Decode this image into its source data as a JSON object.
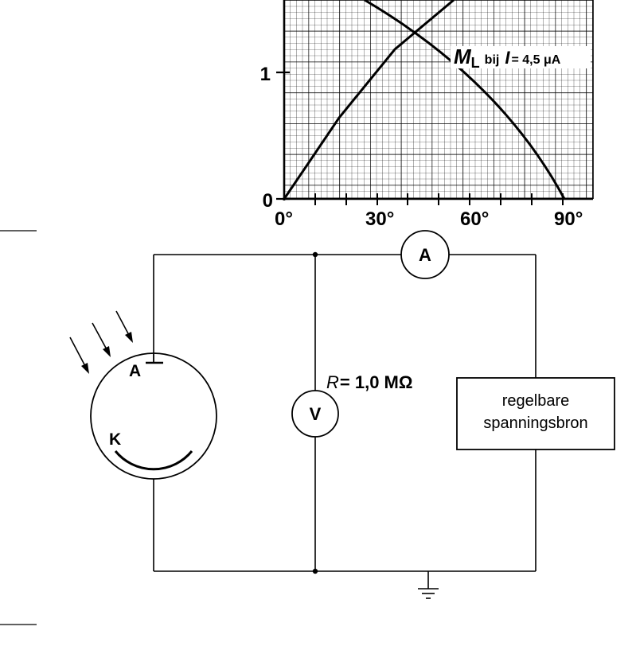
{
  "graph": {
    "y_ticks": [
      "0",
      "1"
    ],
    "x_ticks": [
      "0°",
      "30°",
      "60°",
      "90°"
    ],
    "curve_label": {
      "symbol": "M",
      "subscript": "L",
      "middle": "bij",
      "current_symbol": "I",
      "current_value": "= 4,5 μA"
    }
  },
  "circuit": {
    "photocell": {
      "anode_label": "A",
      "cathode_label": "K"
    },
    "ammeter_label": "A",
    "voltmeter_label": "V",
    "resistor": {
      "symbol": "R",
      "value": "= 1,0 MΩ"
    },
    "source": {
      "line1": "regelbare",
      "line2": "spanningsbron"
    }
  }
}
